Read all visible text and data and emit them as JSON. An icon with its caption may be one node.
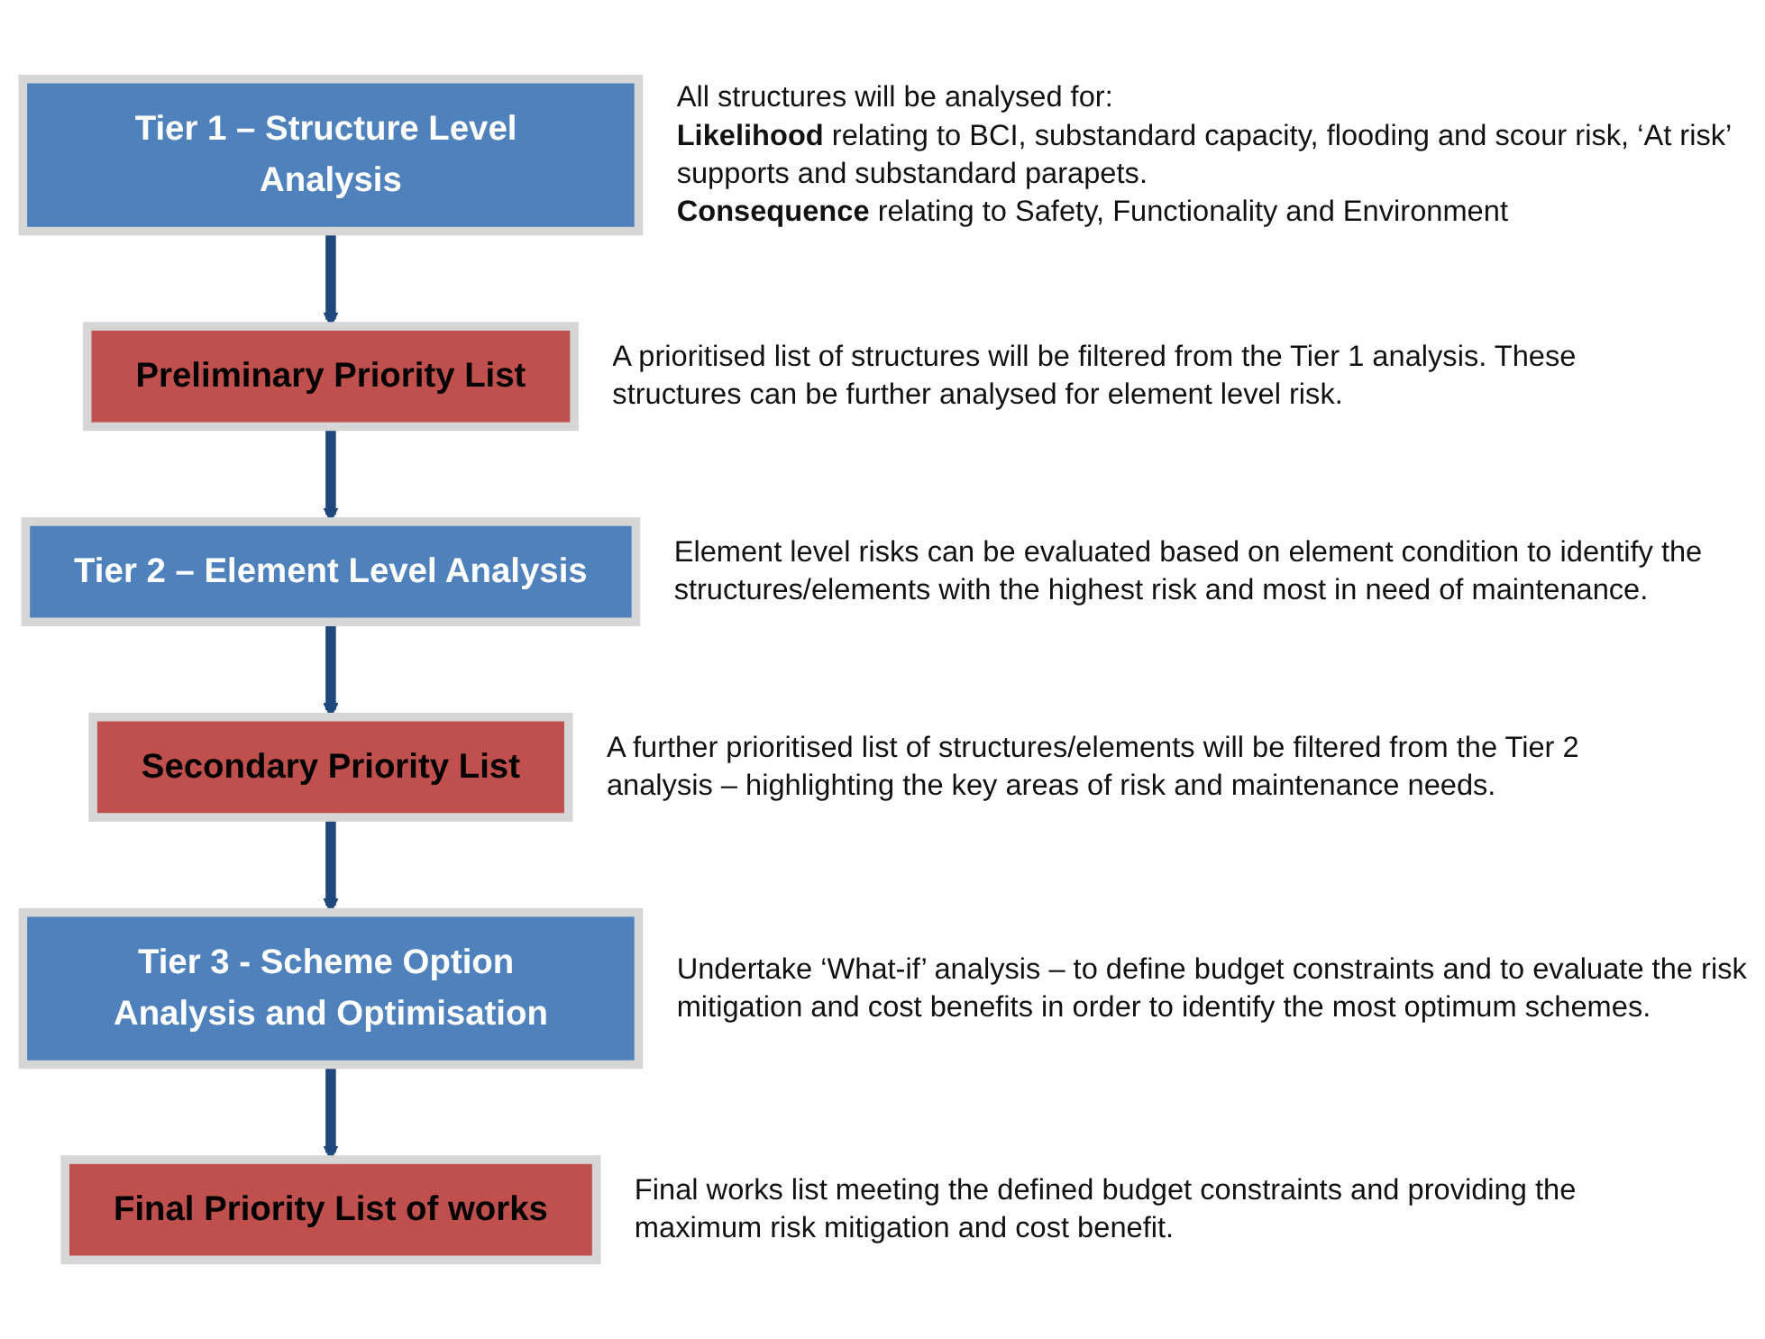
{
  "diagram": {
    "nodes": [
      {
        "text": [
          "Tier 1 – Structure Level Analysis"
        ],
        "beside": [
          "All structures will be analysed for:",
          "**Likelihood** relating to BCI, substandard capacity, flooding and scour risk, ‘At risk’ supports and substandard parapets.",
          "**Consequence** relating to Safety, Functionality and Environment"
        ]
      },
      {
        "text": [
          "Preliminary Priority List"
        ],
        "beside": [
          "A prioritised list of structures will be filtered from the Tier 1 analysis. These structures can be further analysed for element level risk."
        ]
      },
      {
        "text": [
          "Tier 2 – Element Level Analysis"
        ],
        "beside": [
          "Element level risks can be evaluated based on element condition to identify the structures/elements with the highest risk and most in need of maintenance."
        ]
      },
      {
        "text": [
          "Secondary Priority List"
        ],
        "beside": [
          "A further prioritised list of structures/elements will be filtered from the Tier 2 analysis – highlighting the key areas of risk and maintenance needs."
        ]
      },
      {
        "text": [
          "Tier 3 - Scheme Option Analysis and Optimisation"
        ],
        "beside": [
          "Undertake ‘What-if’ analysis – to define budget constraints and to evaluate the risk mitigation and cost benefits in order to identify the most optimum schemes."
        ]
      },
      {
        "text": [
          "Final Priority List of works"
        ],
        "beside": [
          "Final works list meeting the defined budget constraints and providing the maximum risk mitigation and cost benefit."
        ]
      }
    ],
    "edges": [
      {
        "from": 0,
        "to": 1,
        "arrow": "to"
      },
      {
        "from": 1,
        "to": 2,
        "arrow": "to"
      },
      {
        "from": 2,
        "to": 3,
        "arrow": "to"
      },
      {
        "from": 3,
        "to": 4,
        "arrow": "to"
      },
      {
        "from": 4,
        "to": 5,
        "arrow": "to"
      }
    ]
  }
}
